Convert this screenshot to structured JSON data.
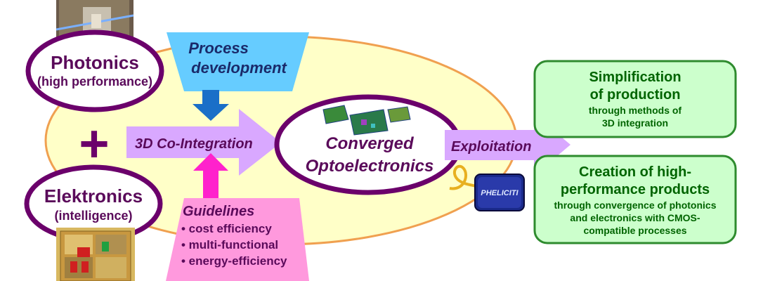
{
  "photonics": {
    "title": "Photonics",
    "subtitle": "(high performance)"
  },
  "elektronics": {
    "title": "Elektronics",
    "subtitle": "(intelligence)"
  },
  "plus_symbol": "+",
  "process": {
    "line1": "Process",
    "line2": "development"
  },
  "co_integration": {
    "label": "3D Co-Integration"
  },
  "converged": {
    "line1": "Converged",
    "line2": "Optoelectronics"
  },
  "exploitation": {
    "label": "Exploitation"
  },
  "guidelines": {
    "title": "Guidelines",
    "items": [
      "• cost efficiency",
      "• multi-functional",
      "• energy-efficiency"
    ]
  },
  "box_simplification": {
    "line1": "Simplification",
    "line2": "of production",
    "line3": "through methods of",
    "line4": "3D integration"
  },
  "box_creation": {
    "line1": "Creation of high-",
    "line2": "performance products",
    "line3": "through convergence of photonics",
    "line4": "and electronics with CMOS-",
    "line5": "compatible processes"
  },
  "phelicity_logo": "PHELICITI",
  "colors": {
    "ellipse_fill": "#ffffc8",
    "ellipse_stroke": "#f0a050",
    "purple": "#6b006b",
    "arrow_violet": "#d9a8ff",
    "process_blue": "#66ccff",
    "guidelines_pink": "#ff99dd",
    "arrow_blue": "#1a6fc8",
    "arrow_magenta": "#ff22cc",
    "green_fill": "#ccffcc",
    "green_stroke": "#2e8b2e",
    "green_text": "#006400",
    "dark_text": "#5a0a5a",
    "navy_text": "#1a2a6a"
  }
}
